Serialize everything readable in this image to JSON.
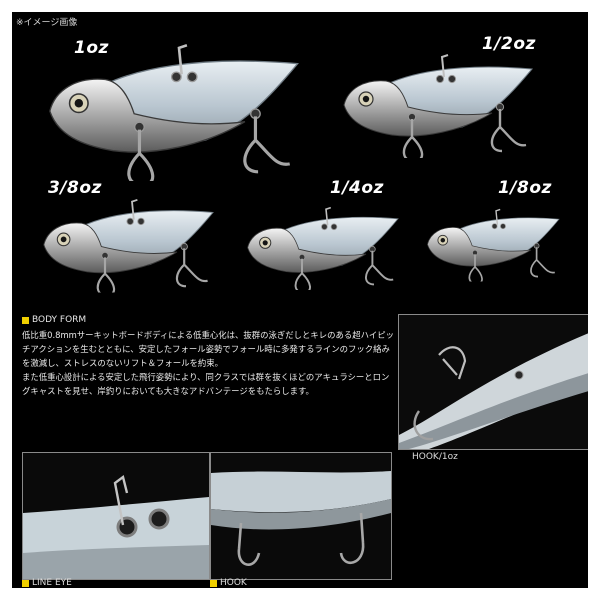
{
  "note": "※イメージ画像",
  "weights": [
    "1oz",
    "1/2oz",
    "3/8oz",
    "1/4oz",
    "1/8oz"
  ],
  "body_form": {
    "title": "BODY FORM",
    "paragraphs": [
      "低比重0.8mmサーキットボードボディによる低重心化は、抜群の泳ぎだしとキレのある超ハイピッチアクションを生むとともに、安定したフォール姿勢でフォール時に多発するラインのフック絡みを激減し、ストレスのないリフト＆フォールを約束。",
      "また低重心設計による安定した飛行姿勢により、同クラスでは群を抜くほどのアキュラシーとロングキャストを見せ、岸釣りにおいても大きなアドバンテージをもたらします。"
    ]
  },
  "captions": {
    "hook_1oz": "HOOK/1oz",
    "line_eye": "LINE EYE",
    "hook": "HOOK"
  },
  "colors": {
    "background": "#000000",
    "accent_square": "#f0d000",
    "text": "#eaeaea"
  }
}
